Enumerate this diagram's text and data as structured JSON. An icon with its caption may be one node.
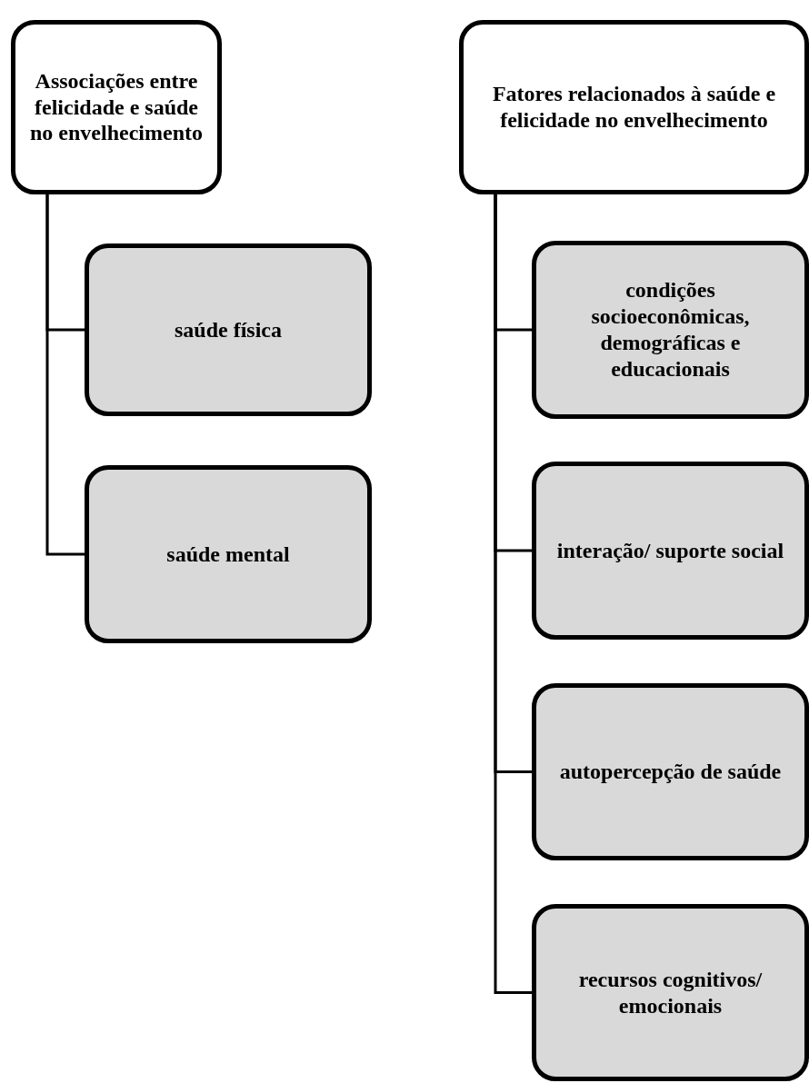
{
  "diagram": {
    "nodes": [
      {
        "text": [
          "Associações entre felicidade e saúde no envelhecimento"
        ]
      },
      {
        "text": [
          "saúde física"
        ]
      },
      {
        "text": [
          "saúde mental"
        ]
      },
      {
        "text": [
          "Fatores relacionados à saúde e felicidade no envelhecimento"
        ]
      },
      {
        "text": [
          "condições socioeconômicas, demográficas e educacionais"
        ]
      },
      {
        "text": [
          "interação/ suporte social"
        ]
      },
      {
        "text": [
          "autopercepção de saúde"
        ]
      },
      {
        "text": [
          "recursos cognitivos/ emocionais"
        ]
      }
    ],
    "edges": [
      {
        "from": 0,
        "to": 1,
        "arrow": "none"
      },
      {
        "from": 0,
        "to": 2,
        "arrow": "none"
      },
      {
        "from": 3,
        "to": 4,
        "arrow": "none"
      },
      {
        "from": 3,
        "to": 5,
        "arrow": "none"
      },
      {
        "from": 3,
        "to": 6,
        "arrow": "none"
      },
      {
        "from": 3,
        "to": 7,
        "arrow": "none"
      }
    ]
  }
}
